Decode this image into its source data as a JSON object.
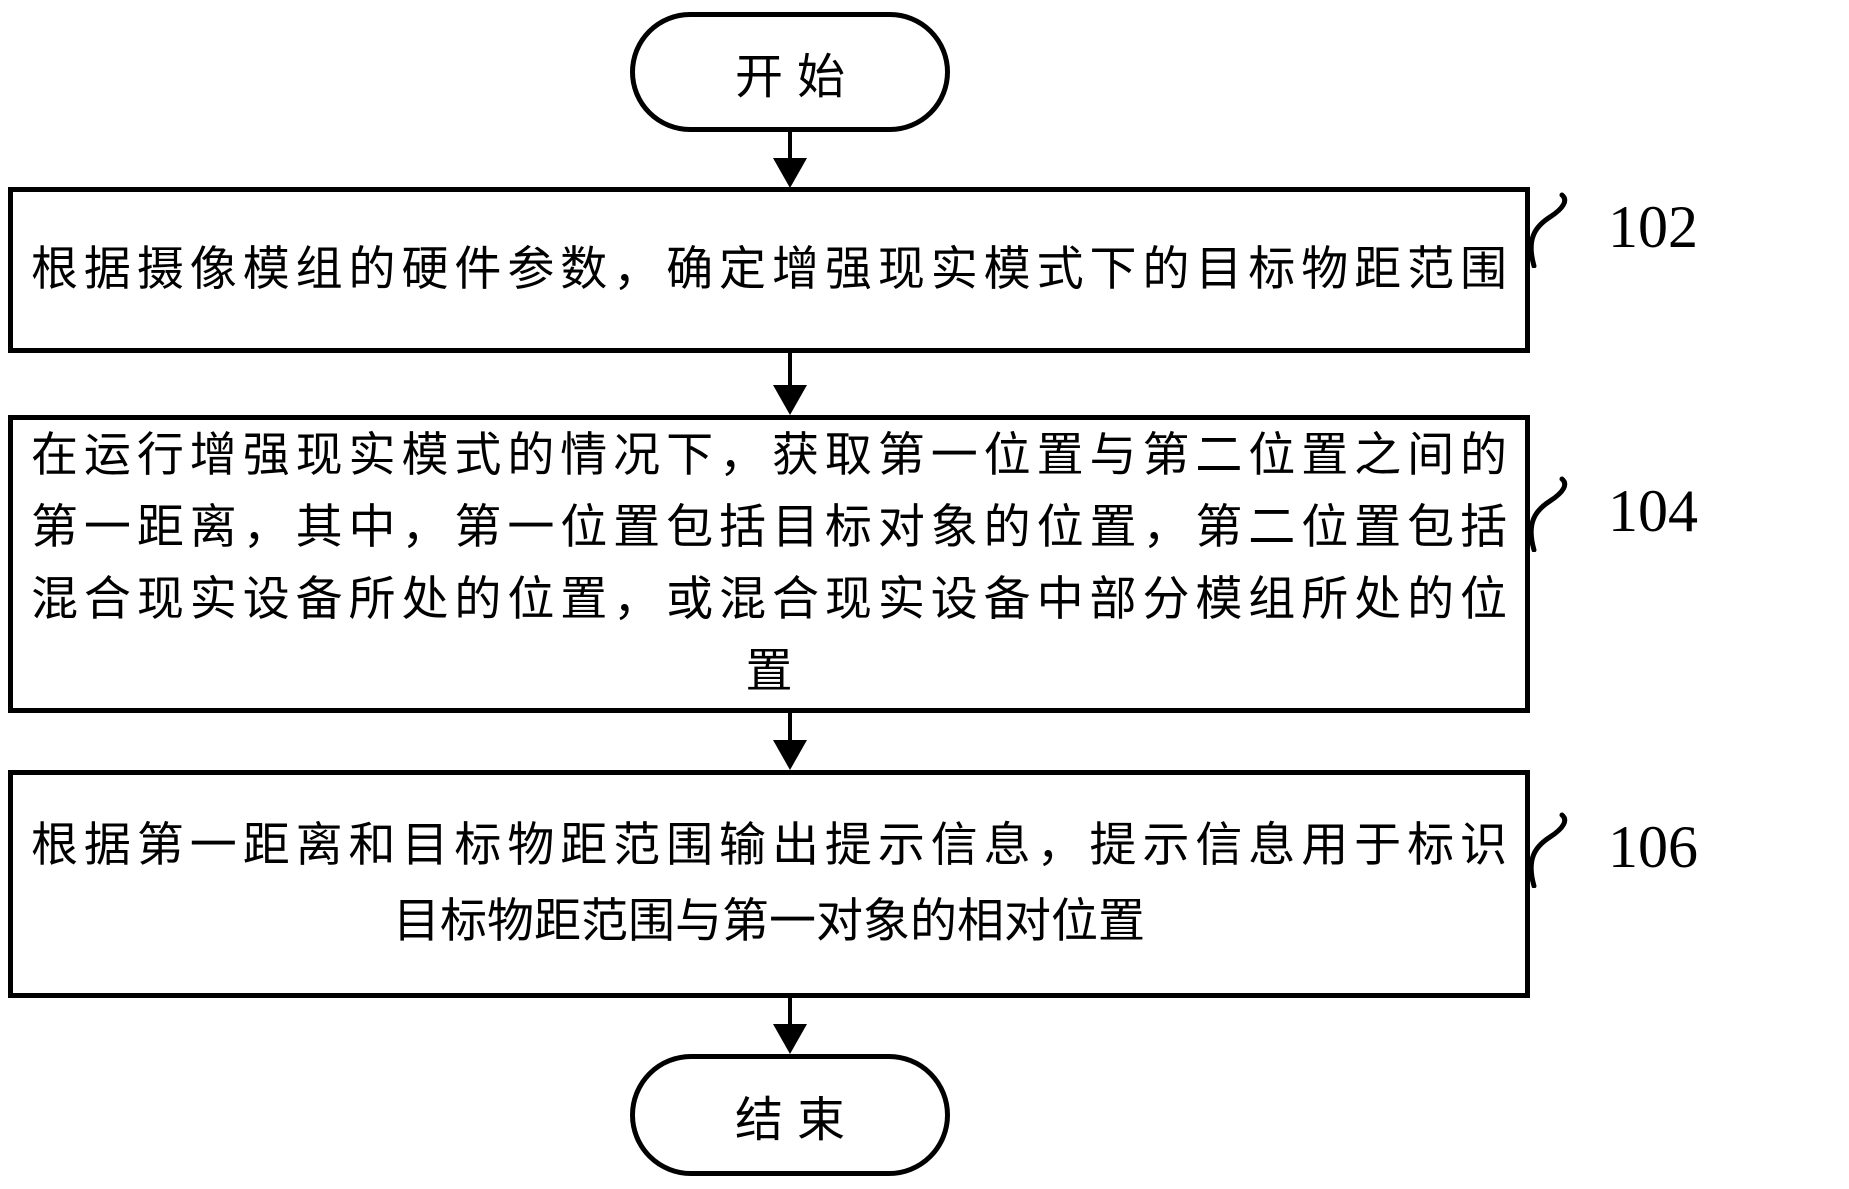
{
  "diagram": {
    "type": "flowchart",
    "start_label": "开始",
    "end_label": "结束",
    "steps": [
      {
        "ref": "102",
        "lines": [
          "根据摄像模组的硬件参数，确定增强现实模式下的目标物距范围"
        ]
      },
      {
        "ref": "104",
        "lines": [
          "在运行增强现实模式的情况下，获取第一位置与第二位置之间的",
          "第一距离，其中，第一位置包括目标对象的位置，第二位置包括",
          "混合现实设备所处的位置，或混合现实设备中部分模组所处的位",
          "置"
        ]
      },
      {
        "ref": "106",
        "lines": [
          "根据第一距离和目标物距范围输出提示信息，提示信息用于标识",
          "目标物距范围与第一对象的相对位置"
        ]
      }
    ],
    "colors": {
      "line": "#000000",
      "background": "#ffffff"
    }
  }
}
